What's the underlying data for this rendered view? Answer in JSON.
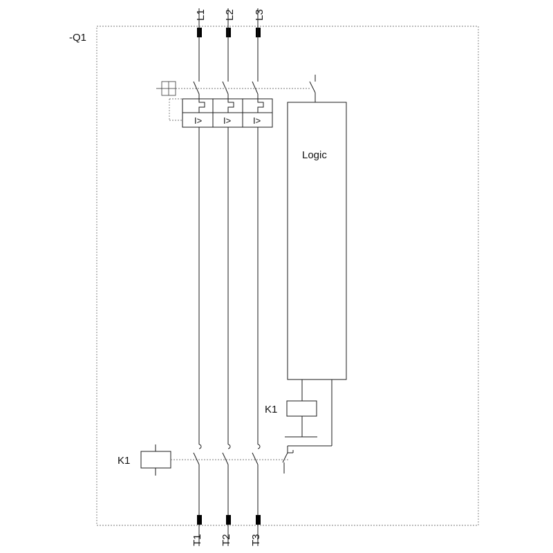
{
  "device_label": "-Q1",
  "supply_terminals": [
    "L1",
    "L2",
    "L3"
  ],
  "load_terminals": [
    "T1",
    "T2",
    "T3"
  ],
  "trip_symbol": "I>",
  "logic_label": "Logic",
  "contactor_label": "K1",
  "relay_label": "K1",
  "colors": {
    "line": "#1a1a1a",
    "dashed": "#777777",
    "terminal": "#000000"
  }
}
